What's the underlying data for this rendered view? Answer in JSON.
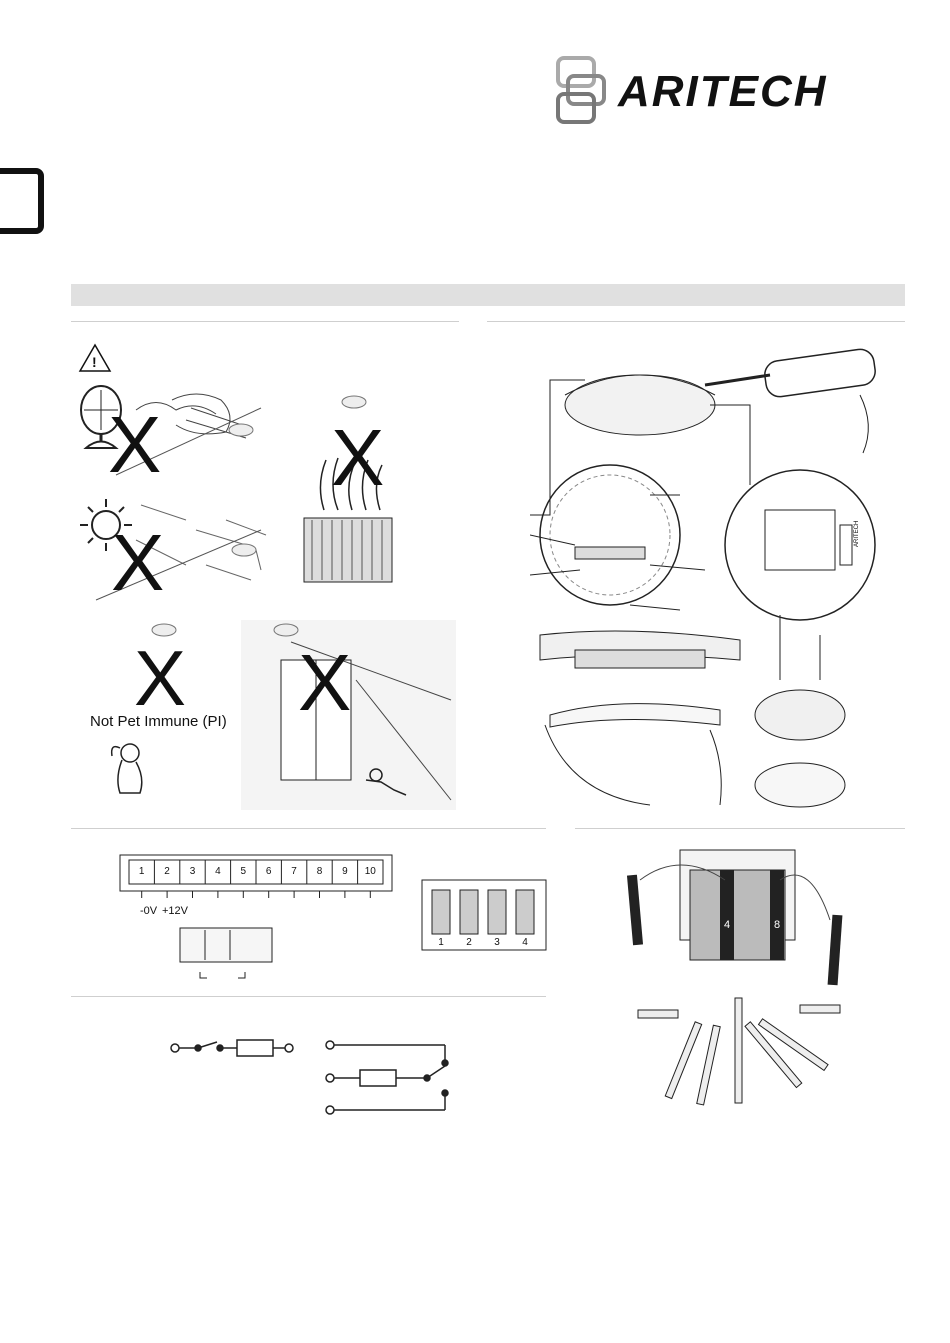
{
  "brand": {
    "name": "ARITECH"
  },
  "warning": {
    "symbol": "!"
  },
  "pet": {
    "caption": "Not Pet Immune (PI)"
  },
  "terminals": {
    "numbers": [
      "1",
      "2",
      "3",
      "4",
      "5",
      "6",
      "7",
      "8",
      "9",
      "10"
    ],
    "label_0v": "-0V",
    "label_12v": "+12V"
  },
  "dip": {
    "numbers": [
      "1",
      "2",
      "3",
      "4"
    ]
  },
  "mirror": {
    "label_a": "4",
    "label_b": "8"
  },
  "device_brand": "ARITECH"
}
